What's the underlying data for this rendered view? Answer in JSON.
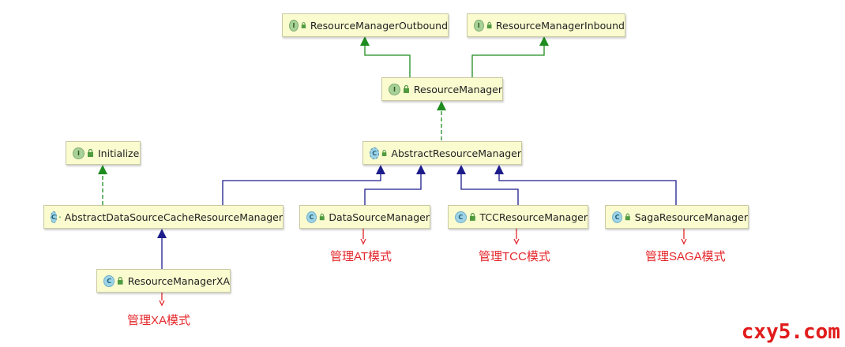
{
  "nodes": {
    "outbound": {
      "kind": "interface",
      "badge": "I",
      "label": "ResourceManagerOutbound"
    },
    "inbound": {
      "kind": "interface",
      "badge": "I",
      "label": "ResourceManagerInbound"
    },
    "resource_manager": {
      "kind": "interface",
      "badge": "I",
      "label": "ResourceManager"
    },
    "initialize": {
      "kind": "interface",
      "badge": "I",
      "label": "Initialize"
    },
    "abstract_rm": {
      "kind": "abstract-class",
      "badge": "C",
      "label": "AbstractResourceManager"
    },
    "abstract_ds_cache": {
      "kind": "abstract-class",
      "badge": "C",
      "label": "AbstractDataSourceCacheResourceManager"
    },
    "datasource": {
      "kind": "class",
      "badge": "C",
      "label": "DataSourceManager"
    },
    "tcc": {
      "kind": "class",
      "badge": "C",
      "label": "TCCResourceManager"
    },
    "saga": {
      "kind": "class",
      "badge": "C",
      "label": "SagaResourceManager"
    },
    "xa": {
      "kind": "class",
      "badge": "C",
      "label": "ResourceManagerXA"
    }
  },
  "notes": {
    "at": "管理AT模式",
    "tcc": "管理TCC模式",
    "saga": "管理SAGA模式",
    "xa": "管理XA模式"
  },
  "colors": {
    "implements": "#1f8c1f",
    "extends": "#1c1c8c",
    "note_arrow": "#e4262a",
    "node_bg": "#fbfbd0"
  },
  "watermark": "cxy5.com"
}
